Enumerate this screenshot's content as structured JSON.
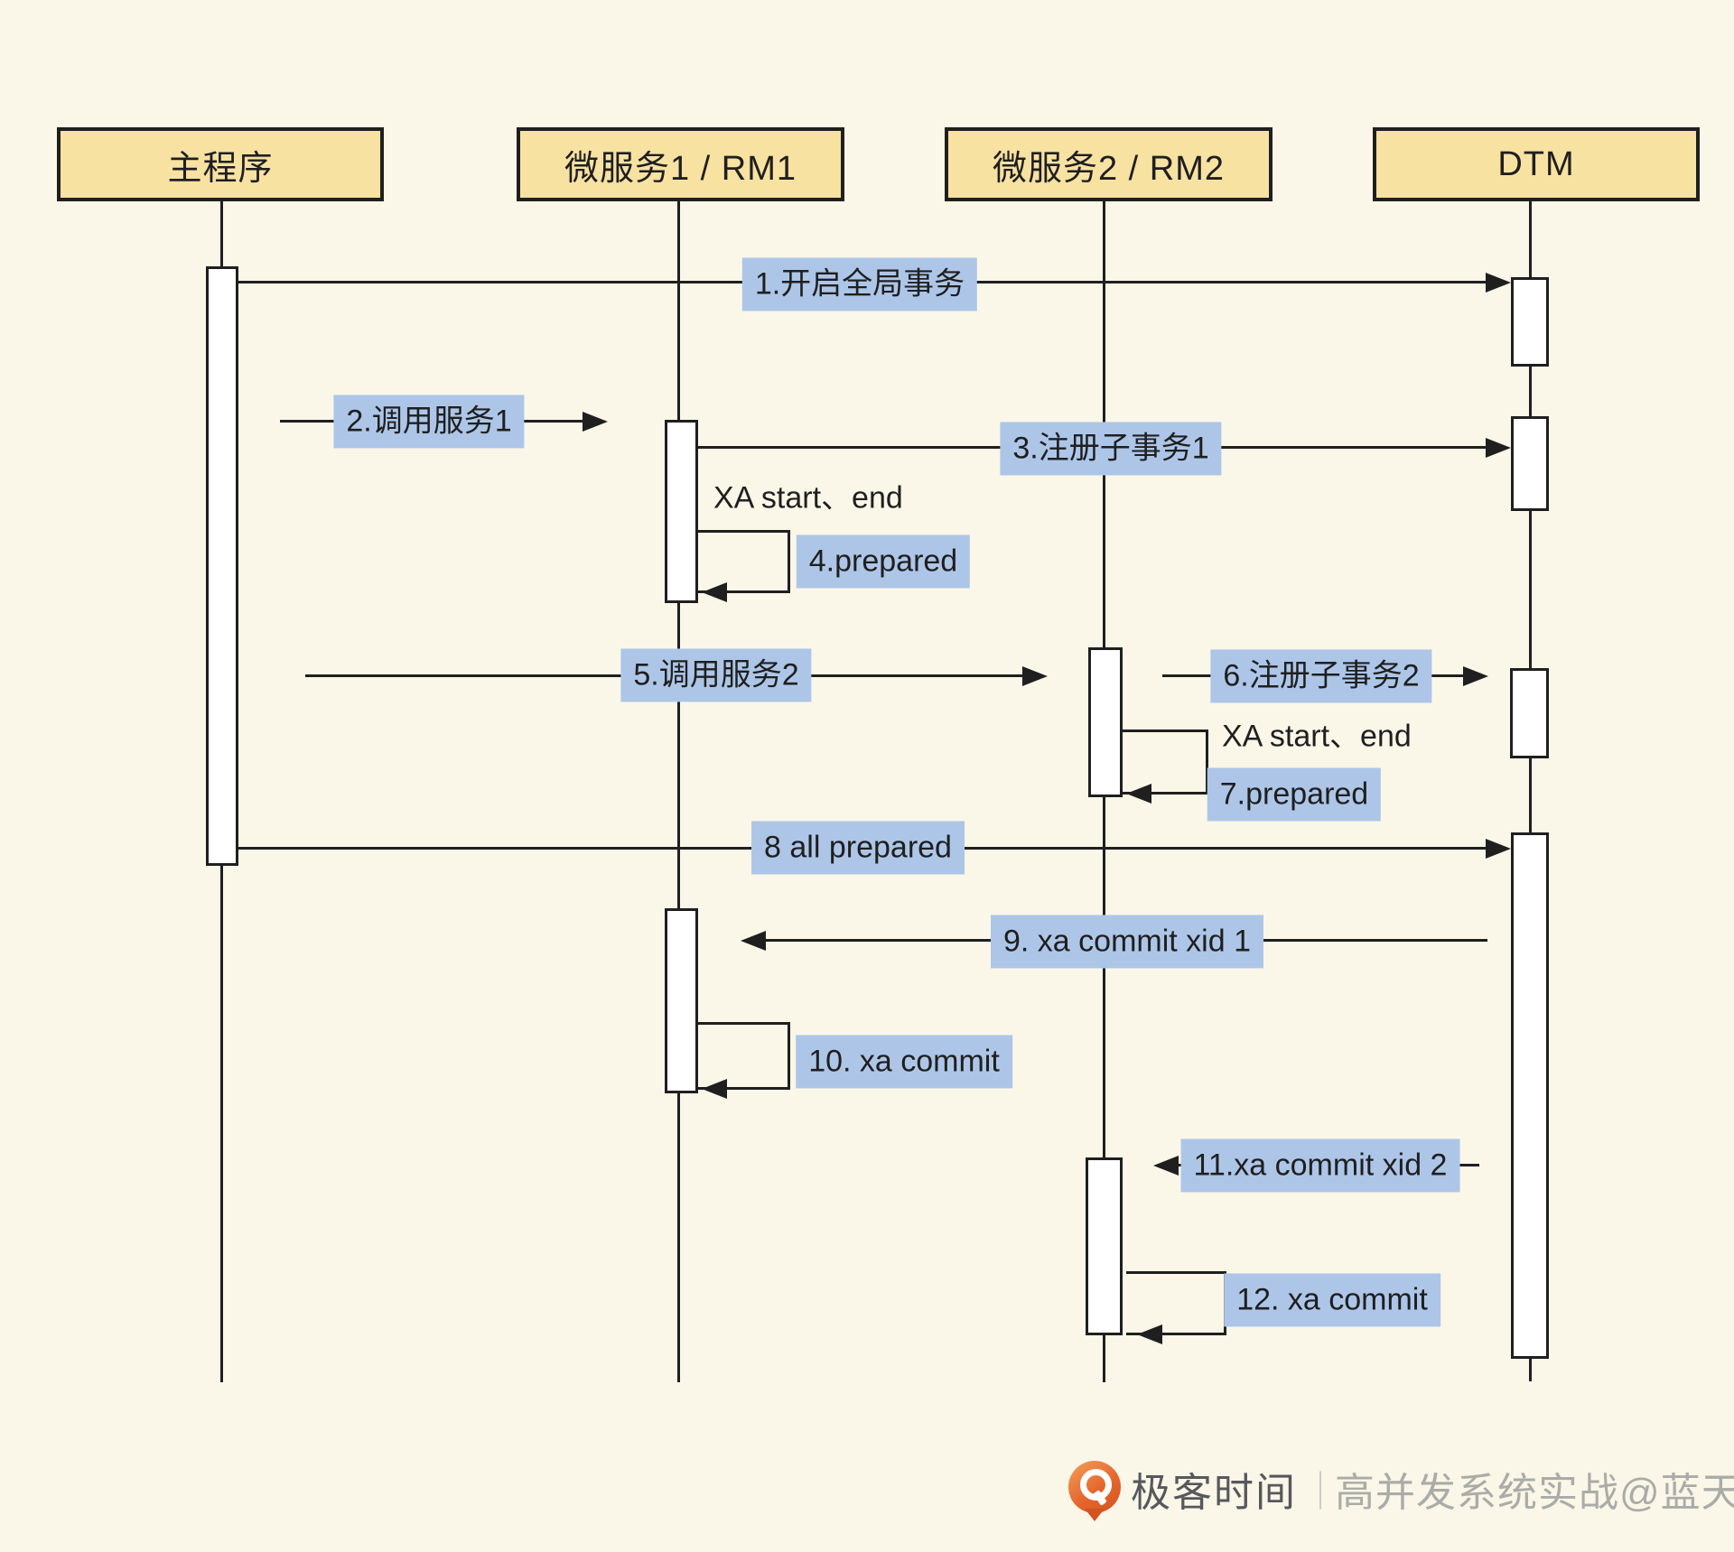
{
  "colors": {
    "background": "#FAF7E8",
    "actor_fill": "#F8E2A2",
    "message_label_fill": "#ADC6E8",
    "line": "#1F1F1F",
    "footer_brand_text": "#57585C",
    "footer_credit_text": "#ABACA7",
    "logo_orange": "#E4672F"
  },
  "actors": [
    {
      "label": "主程序"
    },
    {
      "label": "微服务1 / RM1"
    },
    {
      "label": "微服务2 / RM2"
    },
    {
      "label": "DTM"
    }
  ],
  "messages": [
    {
      "label": "1.开启全局事务"
    },
    {
      "label": "2.调用服务1"
    },
    {
      "label": "3.注册子事务1"
    },
    {
      "label": "4.prepared"
    },
    {
      "label": "5.调用服务2"
    },
    {
      "label": "6.注册子事务2"
    },
    {
      "label": "7.prepared"
    },
    {
      "label": "8 all prepared"
    },
    {
      "label": "9. xa commit xid 1"
    },
    {
      "label": "10. xa commit"
    },
    {
      "label": "11.xa commit xid 2"
    },
    {
      "label": "12. xa commit"
    }
  ],
  "notes": [
    {
      "label": "XA start、end"
    },
    {
      "label": "XA start、end"
    }
  ],
  "footer": {
    "brand": "极客时间",
    "separator": "｜",
    "credit": "高并发系统实战@蓝天"
  }
}
